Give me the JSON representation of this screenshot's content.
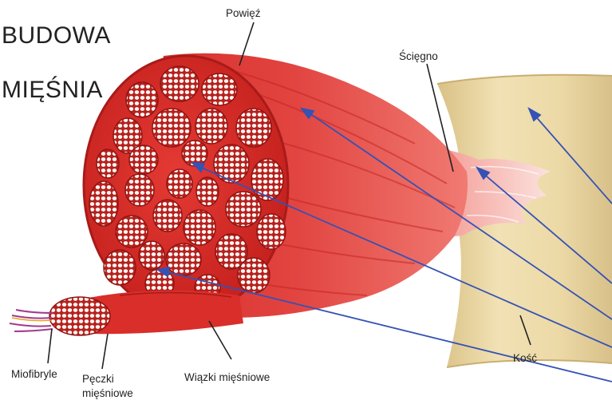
{
  "title_line1": "BUDOWA",
  "title_line2": "MIĘŚNIA",
  "labels": {
    "fascia": "Powięź",
    "tendon": "Ścięgno",
    "bone": "Kość",
    "myofibrils": "Miofibryle",
    "bundles_line1": "Pęczki",
    "bundles_line2": "mięśniowe",
    "fibers": "Wiązki mięśniowe"
  },
  "colors": {
    "muscle": "#e0322e",
    "muscle_dark": "#b81e1c",
    "fiber_white": "#fff4f2",
    "bone": "#ead7a2",
    "tendon": "#f3c9c4",
    "pointer_lines": "#3552b5"
  }
}
